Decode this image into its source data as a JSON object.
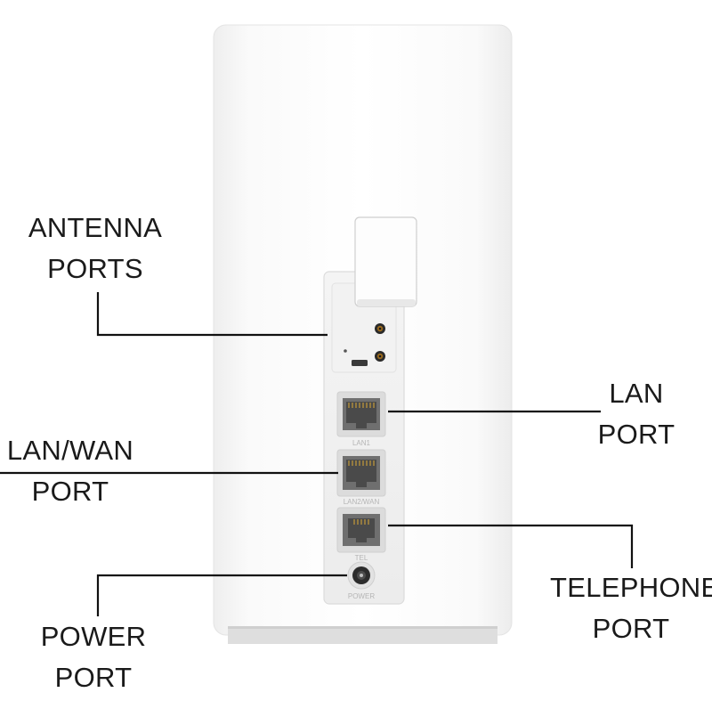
{
  "labels": {
    "antenna": {
      "line1": "ANTENNA",
      "line2": "PORTS"
    },
    "lan": {
      "line1": "LAN",
      "line2": "PORT"
    },
    "lan_wan": {
      "line1": "LAN/WAN",
      "line2": "PORT"
    },
    "telephone": {
      "line1": "TELEPHONE",
      "line2": "PORT"
    },
    "power": {
      "line1": "POWER",
      "line2": "PORT"
    }
  },
  "device": {
    "port_markings": {
      "lan1": "LAN1",
      "lan2_wan": "LAN2/WAN",
      "tel": "TEL",
      "power": "POWER"
    }
  },
  "colors": {
    "body": "#f7f7f7",
    "panel": "#f1f1f1",
    "callout_line": "#111111"
  }
}
